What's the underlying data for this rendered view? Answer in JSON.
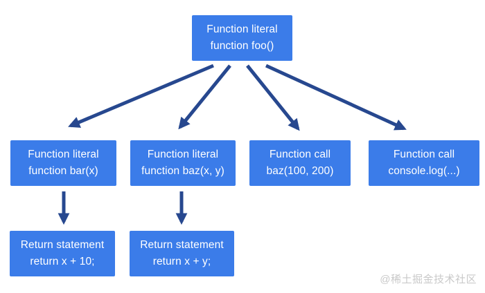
{
  "diagram": {
    "nodes": {
      "foo": {
        "line1": "Function literal",
        "line2": "function foo()"
      },
      "bar": {
        "line1": "Function literal",
        "line2": "function bar(x)"
      },
      "baz_literal": {
        "line1": "Function literal",
        "line2": "function baz(x, y)"
      },
      "baz_call": {
        "line1": "Function call",
        "line2": "baz(100, 200)"
      },
      "console_call": {
        "line1": "Function call",
        "line2": "console.log(...)"
      },
      "return_bar": {
        "line1": "Return statement",
        "line2": "return x + 10;"
      },
      "return_baz": {
        "line1": "Return statement",
        "line2": "return x + y;"
      }
    },
    "edges": [
      {
        "from": "foo",
        "to": "bar"
      },
      {
        "from": "foo",
        "to": "baz_literal"
      },
      {
        "from": "foo",
        "to": "baz_call"
      },
      {
        "from": "foo",
        "to": "console_call"
      },
      {
        "from": "bar",
        "to": "return_bar"
      },
      {
        "from": "baz_literal",
        "to": "return_baz"
      }
    ],
    "colors": {
      "node_fill": "#3b7ce9",
      "node_text": "#ffffff",
      "arrow": "#27488f",
      "background": "#ffffff",
      "watermark_text": "#c9c9c9"
    }
  },
  "watermark": "@稀土掘金技术社区"
}
